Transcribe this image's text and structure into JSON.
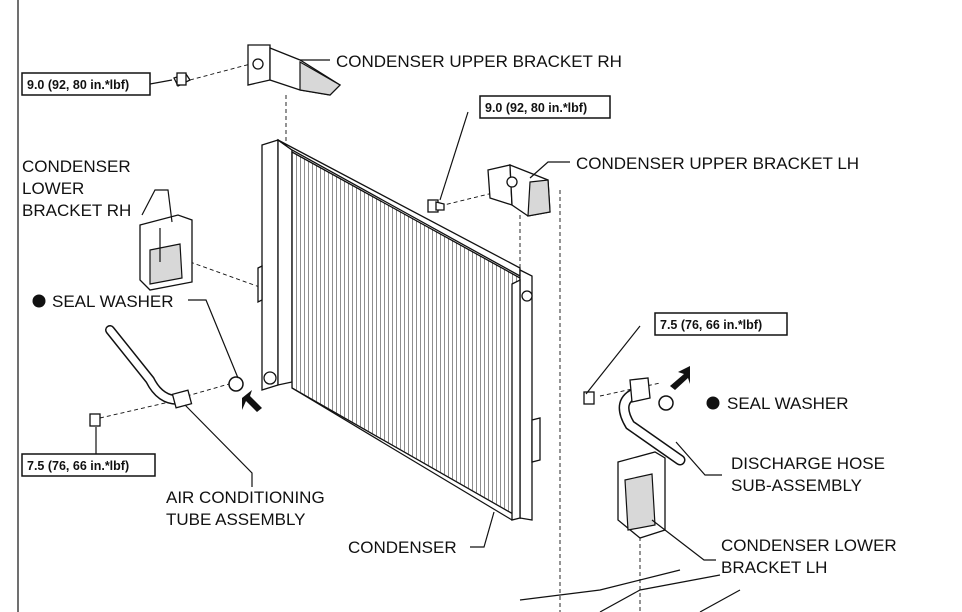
{
  "labels": {
    "upper_bracket_rh": "CONDENSER UPPER BRACKET RH",
    "upper_bracket_lh": "CONDENSER UPPER BRACKET LH",
    "lower_bracket_rh_l1": "CONDENSER",
    "lower_bracket_rh_l2": "LOWER",
    "lower_bracket_rh_l3": "BRACKET RH",
    "seal_washer_left": "SEAL WASHER",
    "seal_washer_right": "SEAL WASHER",
    "ac_tube_l1": "AIR CONDITIONING",
    "ac_tube_l2": "TUBE ASSEMBLY",
    "condenser": "CONDENSER",
    "discharge_hose_l1": "DISCHARGE HOSE",
    "discharge_hose_l2": "SUB-ASSEMBLY",
    "lower_bracket_lh_l1": "CONDENSER LOWER",
    "lower_bracket_lh_l2": "BRACKET LH"
  },
  "torque_specs": {
    "upper_rh_bolt": "9.0 (92, 80 in.*lbf)",
    "upper_lh_bolt": "9.0 (92, 80 in.*lbf)",
    "discharge_bolt": "7.5 (76, 66 in.*lbf)",
    "ac_tube_bolt": "7.5 (76, 66 in.*lbf)"
  },
  "icons": {
    "replace_part": "filled-circle-icon",
    "pointer": "arrow-icon"
  }
}
